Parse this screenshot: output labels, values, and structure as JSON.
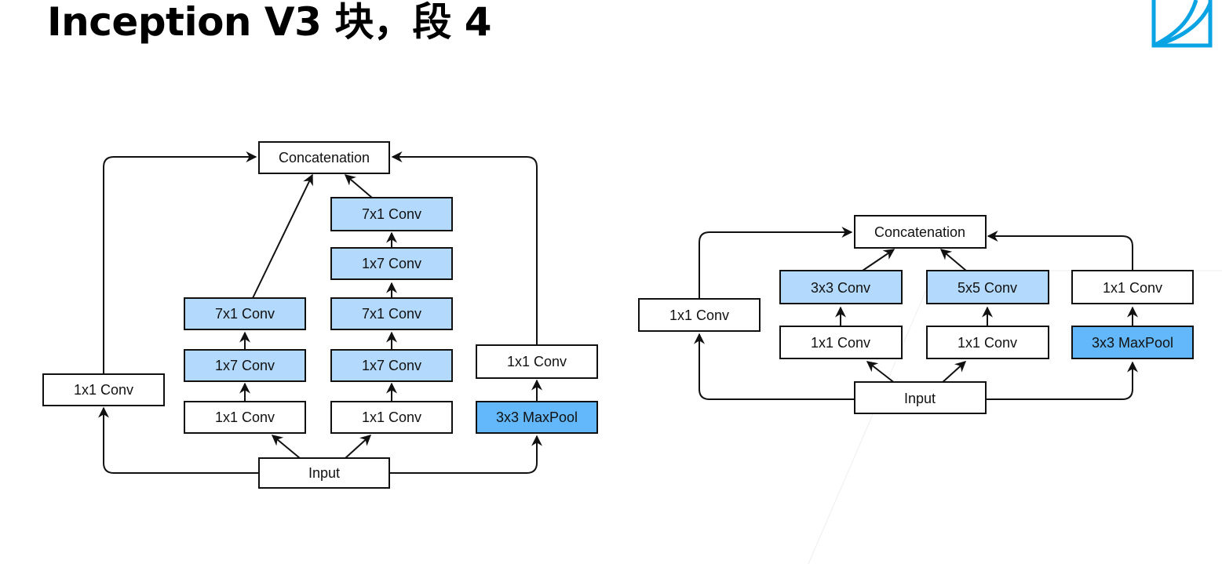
{
  "title": "Inception V3 块，段 4",
  "colors": {
    "light_blue": "#b3d9fc",
    "pool_blue": "#63b8fc",
    "white": "#ffffff",
    "stroke": "#111111",
    "logo": "#0aa3e3"
  },
  "icons": {
    "logo": "logo-icon"
  },
  "diagram_left": {
    "nodes": {
      "concat": "Concatenation",
      "input": "Input",
      "b1_conv": "1x1 Conv",
      "b2_1x1": "1x1 Conv",
      "b2_1x7": "1x7 Conv",
      "b2_7x1": "7x1 Conv",
      "b3_1x1": "1x1 Conv",
      "b3_1x7a": "1x7 Conv",
      "b3_7x1a": "7x1 Conv",
      "b3_1x7b": "1x7 Conv",
      "b3_7x1b": "7x1 Conv",
      "b4_pool": "3x3 MaxPool",
      "b4_conv": "1x1 Conv"
    }
  },
  "diagram_right": {
    "nodes": {
      "concat": "Concatenation",
      "input": "Input",
      "b1_conv": "1x1 Conv",
      "b2_1x1": "1x1 Conv",
      "b2_3x3": "3x3 Conv",
      "b3_1x1": "1x1 Conv",
      "b3_5x5": "5x5 Conv",
      "b4_pool": "3x3 MaxPool",
      "b4_conv": "1x1 Conv"
    }
  }
}
